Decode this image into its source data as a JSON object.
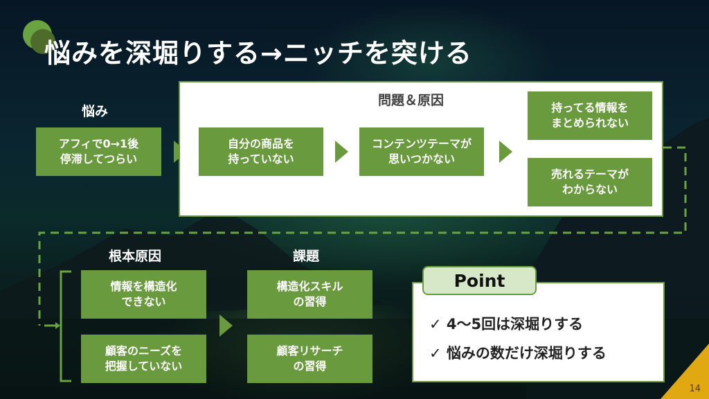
{
  "slide": {
    "title": "悩みを深堀りする→ニッチを突ける",
    "page_number": "14",
    "colors": {
      "accent_green": "#6a9a3e",
      "light_green": "#d7e8c8",
      "corner_gold": "#e0a912"
    }
  },
  "worry": {
    "heading": "悩み",
    "box": "アフィで0→1後\n停滞してつらい"
  },
  "problems": {
    "heading": "問題＆原因",
    "box1": "自分の商品を\n持っていない",
    "box2": "コンテンツテーマが\n思いつかない",
    "box3": "持ってる情報を\nまとめられない",
    "box4": "売れるテーマが\nわからない"
  },
  "root_cause": {
    "heading": "根本原因",
    "items": [
      "情報を構造化\nできない",
      "顧客のニーズを\n把握していない"
    ]
  },
  "tasks": {
    "heading": "課題",
    "items": [
      "構造化スキル\nの習得",
      "顧客リサーチ\nの習得"
    ]
  },
  "point": {
    "label": "Point",
    "items": [
      "✓ 4〜5回は深堀りする",
      "✓ 悩みの数だけ深堀りする"
    ]
  }
}
